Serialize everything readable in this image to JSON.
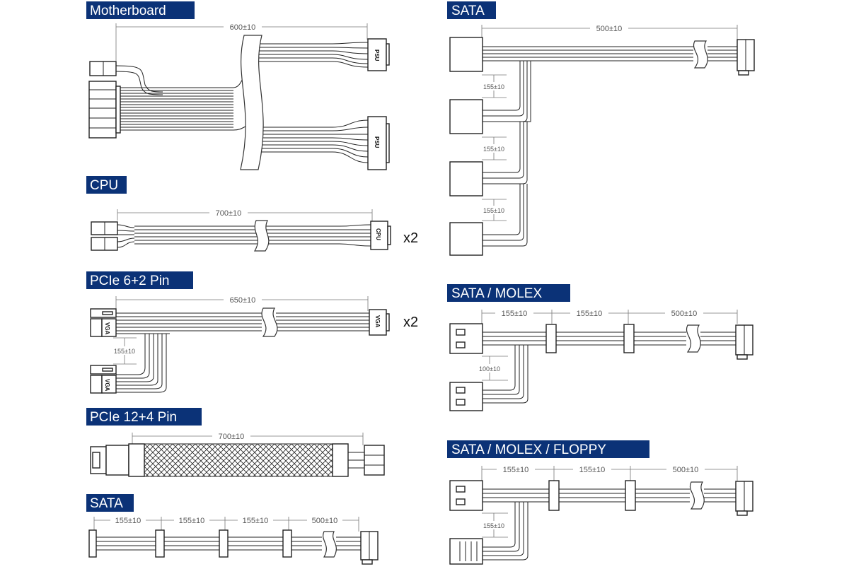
{
  "colors": {
    "title_bg": "#0b3277",
    "title_fg": "#ffffff",
    "line": "#222222"
  },
  "sections": {
    "motherboard": {
      "title": "Motherboard",
      "length": "600±10",
      "psu_label": "PSU"
    },
    "cpu": {
      "title": "CPU",
      "length": "700±10",
      "connector_label": "CPU",
      "quantity": "x2"
    },
    "pcie62": {
      "title": "PCIe 6+2 Pin",
      "length": "650±10",
      "branch": "155±10",
      "connector_label": "VGA",
      "quantity": "x2"
    },
    "pcie124": {
      "title": "PCIe 12+4 Pin",
      "length": "700±10"
    },
    "sata_bottom": {
      "title": "SATA",
      "segments": [
        "155±10",
        "155±10",
        "155±10",
        "500±10"
      ]
    },
    "sata_right": {
      "title": "SATA",
      "length": "500±10",
      "branches": [
        "155±10",
        "155±10",
        "155±10"
      ]
    },
    "sata_molex": {
      "title": "SATA / MOLEX",
      "segments": [
        "155±10",
        "155±10",
        "500±10"
      ],
      "branch": "100±10"
    },
    "sata_molex_floppy": {
      "title": "SATA / MOLEX / FLOPPY",
      "segments": [
        "155±10",
        "155±10",
        "500±10"
      ],
      "branch": "155±10"
    }
  }
}
